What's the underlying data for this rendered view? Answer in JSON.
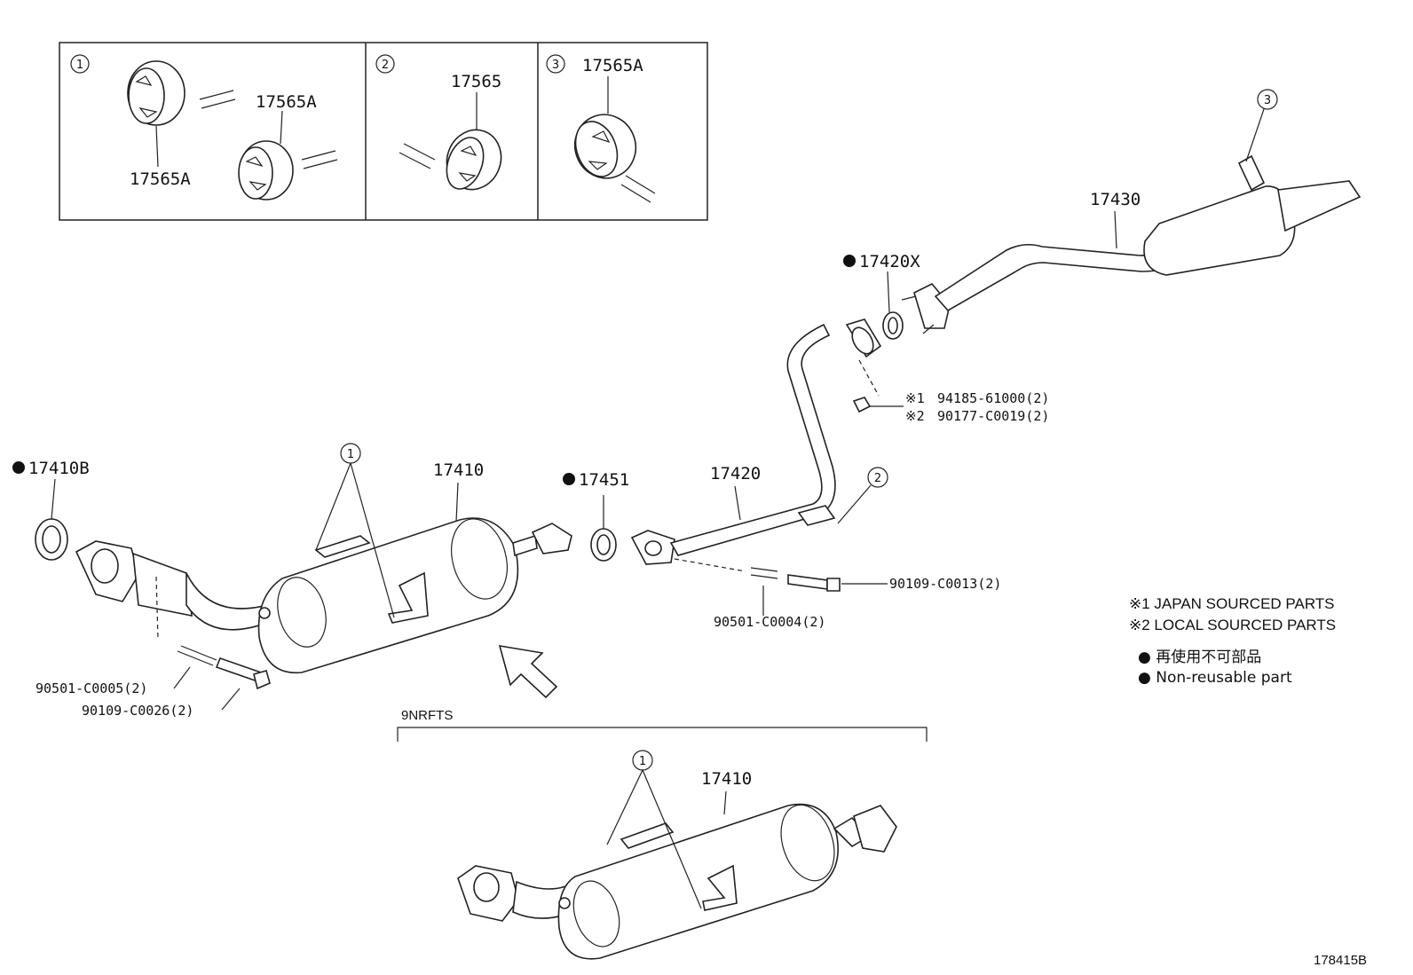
{
  "inset_panels": [
    {
      "circle": "1",
      "labels": [
        "17565A",
        "17565A"
      ]
    },
    {
      "circle": "2",
      "labels": [
        "17565"
      ]
    },
    {
      "circle": "3",
      "labels": [
        "17565A"
      ]
    }
  ],
  "callouts": {
    "c1_main": "1",
    "c2_pipe": "2",
    "c3_tail": "3",
    "c1_variant": "1"
  },
  "parts": {
    "p_17410B": "17410B",
    "p_17410": "17410",
    "p_17451": "17451",
    "p_17420": "17420",
    "p_17420X": "17420X",
    "p_17430": "17430",
    "p_94185": "94185-61000(2)",
    "p_90177": "90177-C0019(2)",
    "p_90109_13": "90109-C0013(2)",
    "p_90501_04": "90501-C0004(2)",
    "p_90501_05": "90501-C0005(2)",
    "p_90109_26": "90109-C0026(2)",
    "variant_code": "9NRFTS",
    "variant_17410": "17410"
  },
  "ref_marks": {
    "m1": "※1",
    "m2": "※2"
  },
  "bullet": "●",
  "legend": {
    "japan": "※1  JAPAN SOURCED PARTS",
    "local": "※2  LOCAL SOURCED PARTS",
    "nonreusable_cn": "● 再使用不可部品",
    "nonreusable_en": "● Non-reusable part"
  },
  "diagram_id": "178415B"
}
